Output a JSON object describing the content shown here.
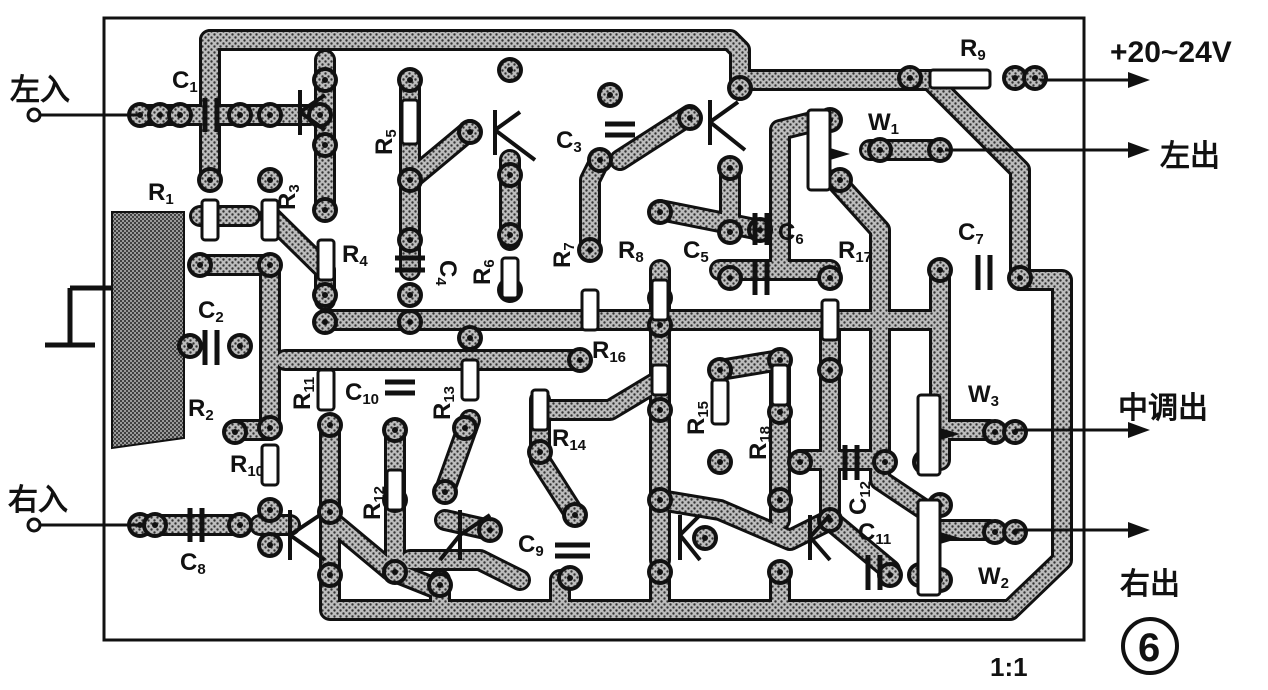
{
  "io_labels": {
    "left_in": "左入",
    "right_in": "右入",
    "supply": "+20~24V",
    "left_out": "左出",
    "center_out": "中调出",
    "right_out": "右出"
  },
  "scale": "1:1",
  "figure_number": "6",
  "components": {
    "C1": {
      "main": "C",
      "sub": "1"
    },
    "C2": {
      "main": "C",
      "sub": "2"
    },
    "C3": {
      "main": "C",
      "sub": "3"
    },
    "C4": {
      "main": "C",
      "sub": "4"
    },
    "C5": {
      "main": "C",
      "sub": "5"
    },
    "C6": {
      "main": "C",
      "sub": "6"
    },
    "C7": {
      "main": "C",
      "sub": "7"
    },
    "C8": {
      "main": "C",
      "sub": "8"
    },
    "C9": {
      "main": "C",
      "sub": "9"
    },
    "C10": {
      "main": "C",
      "sub": "10"
    },
    "C11": {
      "main": "C",
      "sub": "11"
    },
    "C12": {
      "main": "C",
      "sub": "12"
    },
    "R1": {
      "main": "R",
      "sub": "1"
    },
    "R2": {
      "main": "R",
      "sub": "2"
    },
    "R3": {
      "main": "R",
      "sub": "3"
    },
    "R4": {
      "main": "R",
      "sub": "4"
    },
    "R5": {
      "main": "R",
      "sub": "5"
    },
    "R6": {
      "main": "R",
      "sub": "6"
    },
    "R7": {
      "main": "R",
      "sub": "7"
    },
    "R8": {
      "main": "R",
      "sub": "8"
    },
    "R9": {
      "main": "R",
      "sub": "9"
    },
    "R10": {
      "main": "R",
      "sub": "10"
    },
    "R11": {
      "main": "R",
      "sub": "11"
    },
    "R12": {
      "main": "R",
      "sub": "12"
    },
    "R13": {
      "main": "R",
      "sub": "13"
    },
    "R14": {
      "main": "R",
      "sub": "14"
    },
    "R15": {
      "main": "R",
      "sub": "15"
    },
    "R16": {
      "main": "R",
      "sub": "16"
    },
    "R17": {
      "main": "R",
      "sub": "17"
    },
    "R18": {
      "main": "R",
      "sub": "18"
    },
    "W1": {
      "main": "W",
      "sub": "1"
    },
    "W2": {
      "main": "W",
      "sub": "2"
    },
    "W3": {
      "main": "W",
      "sub": "3"
    }
  },
  "colors": {
    "ink": "#111111",
    "trace_fill": "#8a8a8a",
    "trace_edge": "#111111",
    "paper": "#ffffff"
  }
}
